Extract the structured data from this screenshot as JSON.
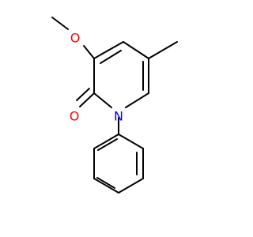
{
  "molecule": {
    "atoms": [
      {
        "id": "O_methoxy",
        "label": "O",
        "color": "#ff0000"
      },
      {
        "id": "O_carbonyl",
        "label": "O",
        "color": "#ff0000"
      },
      {
        "id": "N_ring",
        "label": "N",
        "color": "#0000ff"
      }
    ]
  }
}
